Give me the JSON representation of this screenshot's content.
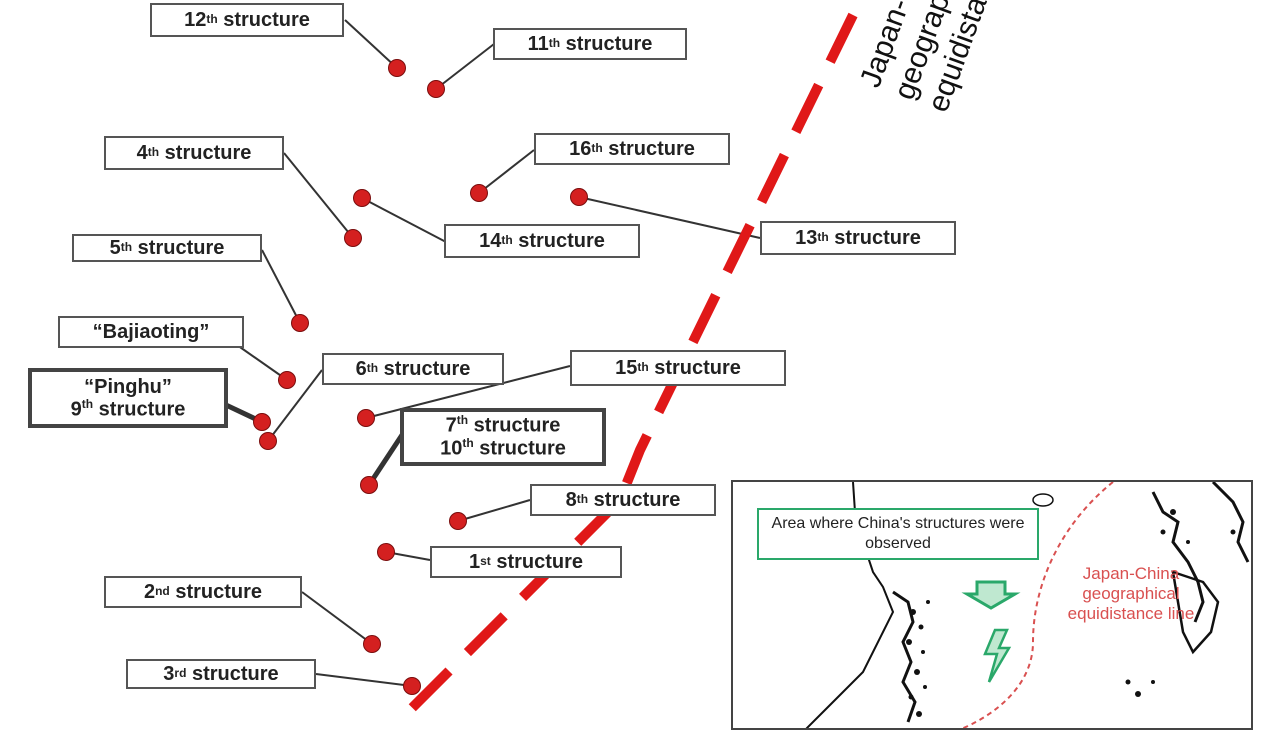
{
  "map": {
    "equidistance_line_text": [
      "Japan-",
      "geograp",
      "equidistanc"
    ],
    "labels": [
      {
        "id": "s12",
        "num": "12",
        "sup": "th",
        "word": "structure"
      },
      {
        "id": "s11",
        "num": "11",
        "sup": "th",
        "word": "structure"
      },
      {
        "id": "s4",
        "num": "4",
        "sup": "th",
        "word": "structure"
      },
      {
        "id": "s16",
        "num": "16",
        "sup": "th",
        "word": "structure"
      },
      {
        "id": "s5",
        "num": "5",
        "sup": "th",
        "word": "structure"
      },
      {
        "id": "s14",
        "num": "14",
        "sup": "th",
        "word": "structure"
      },
      {
        "id": "s13",
        "num": "13",
        "sup": "th",
        "word": "structure"
      },
      {
        "id": "s6",
        "num": "6",
        "sup": "th",
        "word": "structure"
      },
      {
        "id": "s15",
        "num": "15",
        "sup": "th",
        "word": "structure"
      },
      {
        "id": "s8",
        "num": "8",
        "sup": "th",
        "word": "structure"
      },
      {
        "id": "s1",
        "num": "1",
        "sup": "st",
        "word": "structure"
      },
      {
        "id": "s2",
        "num": "2",
        "sup": "nd",
        "word": "structure"
      },
      {
        "id": "s3",
        "num": "3",
        "sup": "rd",
        "word": "structure"
      }
    ],
    "bajiaoting": "“Bajiaoting”",
    "pinghu": {
      "line1": "“Pinghu”",
      "num": "9",
      "sup": "th",
      "word": "structure"
    },
    "s7_10": {
      "num1": "7",
      "sup1": "th",
      "num2": "10",
      "sup2": "th",
      "word": "structure"
    }
  },
  "inset": {
    "area_text": "Area where China's structures were observed",
    "red_text": "Japan-China geographical equidistance line",
    "colors": {
      "green": "#2aa86a",
      "red": "#d95050"
    }
  }
}
